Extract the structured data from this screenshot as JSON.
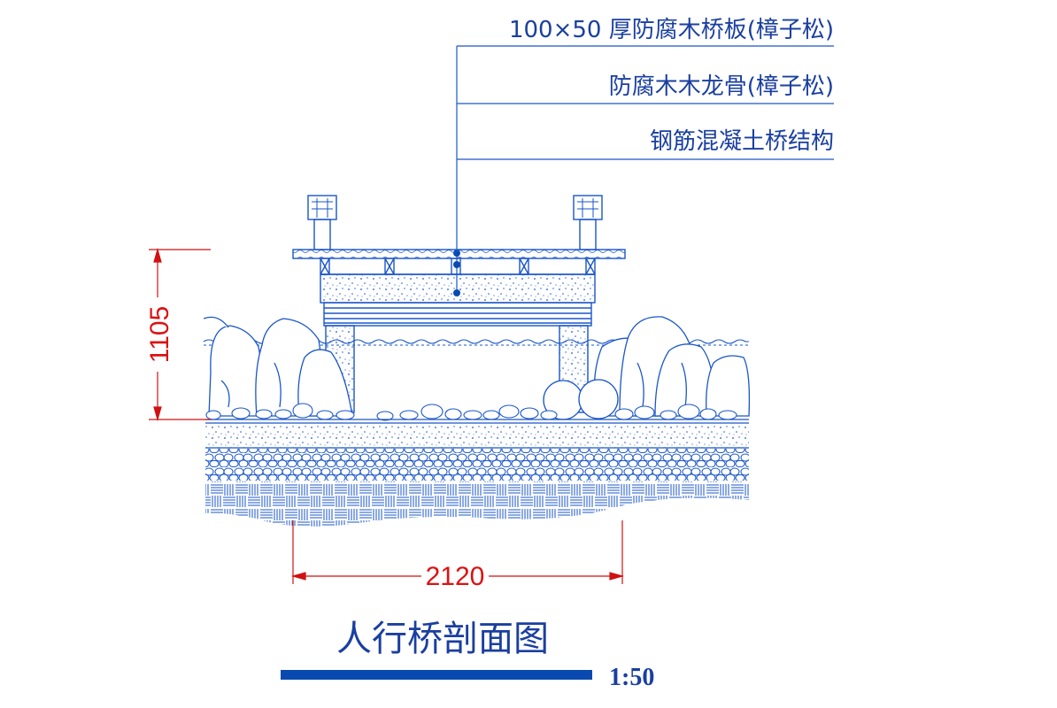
{
  "callouts": [
    "100×50 厚防腐木桥板(樟子松)",
    "防腐木木龙骨(樟子松)",
    "钢筋混凝土桥结构"
  ],
  "dimensions": {
    "height": "1105",
    "width": "2120"
  },
  "title": "人行桥剖面图",
  "scale": "1:50",
  "colors": {
    "line": "#1a56c8",
    "text": "#1a3fa0",
    "dimension": "#d11111",
    "scale_bar": "#0a4ab0"
  }
}
